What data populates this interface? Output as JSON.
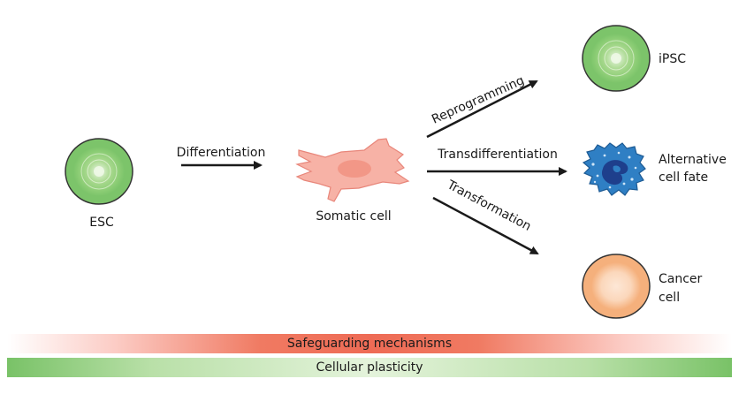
{
  "labels": {
    "esc": "ESC",
    "differentiation": "Differentiation",
    "somatic_cell": "Somatic cell",
    "reprogramming": "Reprogramming",
    "transdifferentiation": "Transdifferentiation",
    "transformation": "Transformation",
    "ipsc": "iPSC",
    "alternative_line1": "Alternative",
    "alternative_line2": "cell fate",
    "cancer_line1": "Cancer",
    "cancer_line2": "cell"
  },
  "bars": {
    "safeguarding": "Safeguarding mechanisms",
    "plasticity": "Cellular plasticity"
  },
  "colors": {
    "stem_cell_green": "#7cc46a",
    "somatic_pink": "#f7b2a6",
    "alternative_blue": "#2f7fc4",
    "cancer_orange": "#f5b07c",
    "safeguarding_red": "#ee6b55",
    "plasticity_green": "#79c267"
  }
}
